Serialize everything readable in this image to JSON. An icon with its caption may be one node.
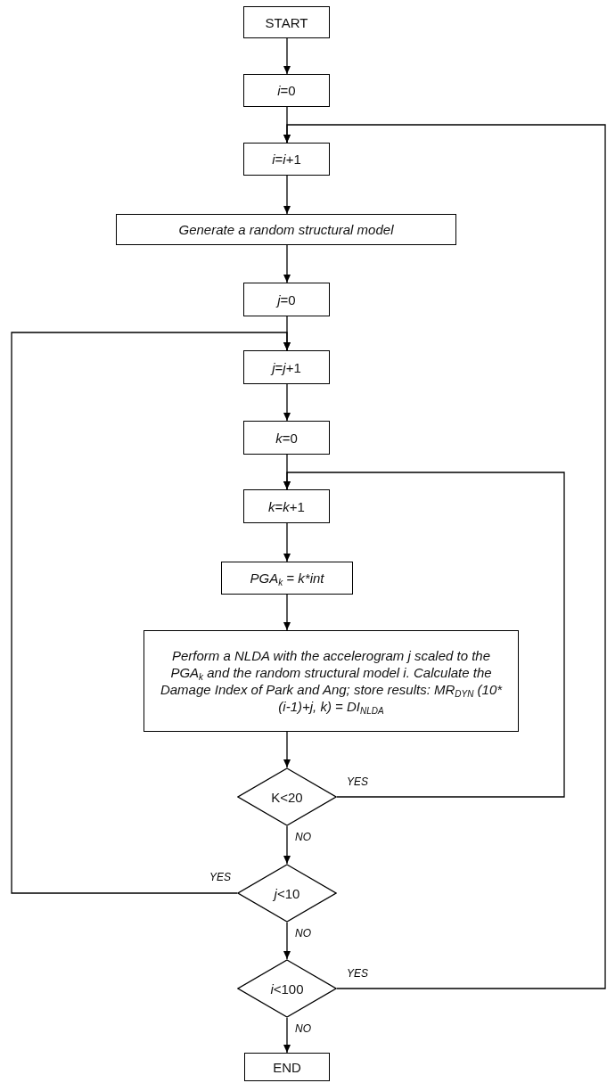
{
  "diagram": {
    "nodes": [
      {
        "text": [
          "START"
        ]
      },
      {
        "text": [
          "*i*=0"
        ]
      },
      {
        "text": [
          "*i*=*i*+1"
        ]
      },
      {
        "text": [
          "Generate a random structural model"
        ]
      },
      {
        "text": [
          "*j*=0"
        ]
      },
      {
        "text": [
          "*j*=*j*+1"
        ]
      },
      {
        "text": [
          "*k*=0"
        ]
      },
      {
        "text": [
          "*k*=*k*+1"
        ]
      },
      {
        "text": [
          "PGA$_{k}$ = k*int"
        ]
      },
      {
        "text": [
          "Perform a NLDA with the accelerogram j scaled to the PGA$_{k}$ and the random structural model i. Calculate the Damage Index of Park and Ang; store results: MR$_{DYN}$ (10*(i-1)+j, k) = DI$_{NLDA}$"
        ]
      },
      {
        "text": [
          "K<20"
        ]
      },
      {
        "text": [
          "*j*<10"
        ]
      },
      {
        "text": [
          "*i*<100"
        ]
      },
      {
        "text": [
          "END"
        ]
      }
    ],
    "edges": [
      {
        "from": 0,
        "to": 1,
        "arrow": "to"
      },
      {
        "from": 1,
        "to": 2,
        "arrow": "to"
      },
      {
        "from": 2,
        "to": 3,
        "arrow": "to"
      },
      {
        "from": 3,
        "to": 4,
        "arrow": "to"
      },
      {
        "from": 4,
        "to": 5,
        "arrow": "to"
      },
      {
        "from": 5,
        "to": 6,
        "arrow": "to"
      },
      {
        "from": 6,
        "to": 7,
        "arrow": "to"
      },
      {
        "from": 7,
        "to": 8,
        "arrow": "to"
      },
      {
        "from": 8,
        "to": 9,
        "arrow": "to"
      },
      {
        "from": 9,
        "to": 10,
        "arrow": "to"
      },
      {
        "from": 10,
        "to": 7,
        "arrow": "to",
        "label": "YES"
      },
      {
        "from": 10,
        "to": 11,
        "arrow": "to",
        "label": "NO"
      },
      {
        "from": 11,
        "to": 5,
        "arrow": "to",
        "label": "YES"
      },
      {
        "from": 11,
        "to": 12,
        "arrow": "to",
        "label": "NO"
      },
      {
        "from": 12,
        "to": 2,
        "arrow": "to",
        "label": "YES"
      },
      {
        "from": 12,
        "to": 13,
        "arrow": "to",
        "label": "NO"
      }
    ]
  }
}
